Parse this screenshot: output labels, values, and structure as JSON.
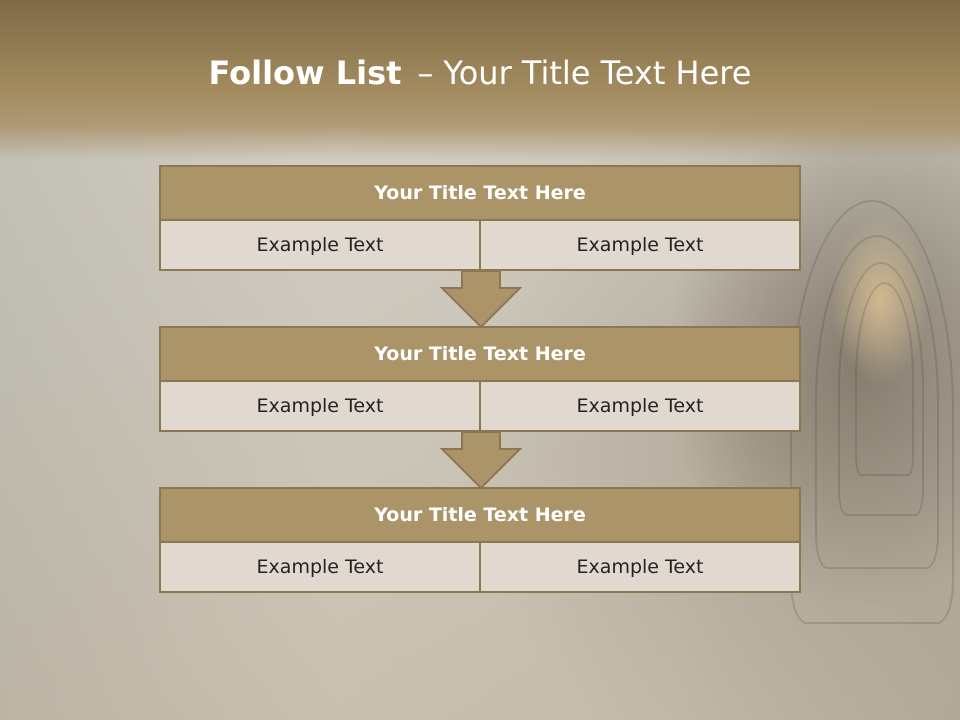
{
  "header": {
    "title_bold": "Follow List",
    "title_dash": "–",
    "title_rest": "Your Title Text Here"
  },
  "blocks": [
    {
      "title": "Your Title Text Here",
      "left": "Example Text",
      "right": "Example Text"
    },
    {
      "title": "Your Title Text Here",
      "left": "Example Text",
      "right": "Example Text"
    },
    {
      "title": "Your Title Text Here",
      "left": "Example Text",
      "right": "Example Text"
    }
  ],
  "colors": {
    "header": "#a28a5e",
    "block_title": "#ab9467",
    "cell": "#e1d9cf",
    "border": "#8b7751"
  }
}
